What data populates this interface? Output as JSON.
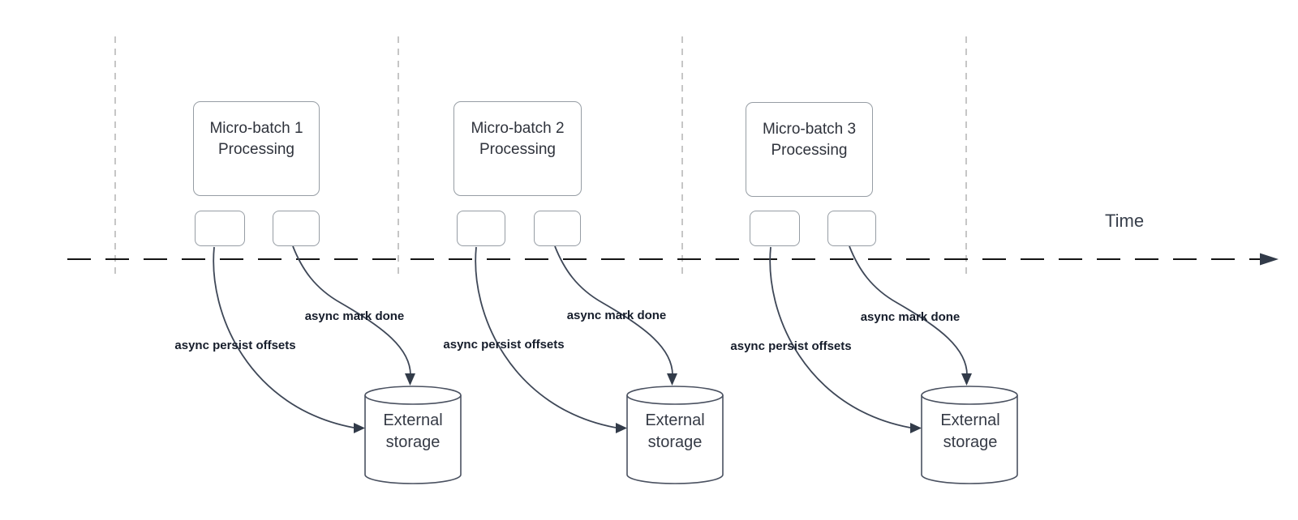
{
  "diagram": {
    "time_axis_label": "Time",
    "groups": [
      {
        "batch_label": "Micro-batch 1\nProcessing",
        "persist_label": "async persist offsets",
        "mark_label": "async mark done",
        "storage_label": "External\nstorage"
      },
      {
        "batch_label": "Micro-batch 2\nProcessing",
        "persist_label": "async persist offsets",
        "mark_label": "async mark done",
        "storage_label": "External\nstorage"
      },
      {
        "batch_label": "Micro-batch 3\nProcessing",
        "persist_label": "async persist offsets",
        "mark_label": "async mark done",
        "storage_label": "External\nstorage"
      }
    ],
    "colors": {
      "timeline": "#141414",
      "guide_lines": "#b3b3b3",
      "connectors": "#3e4757",
      "bold_label_text": "#161d2b",
      "box_border": "#969da4"
    }
  }
}
